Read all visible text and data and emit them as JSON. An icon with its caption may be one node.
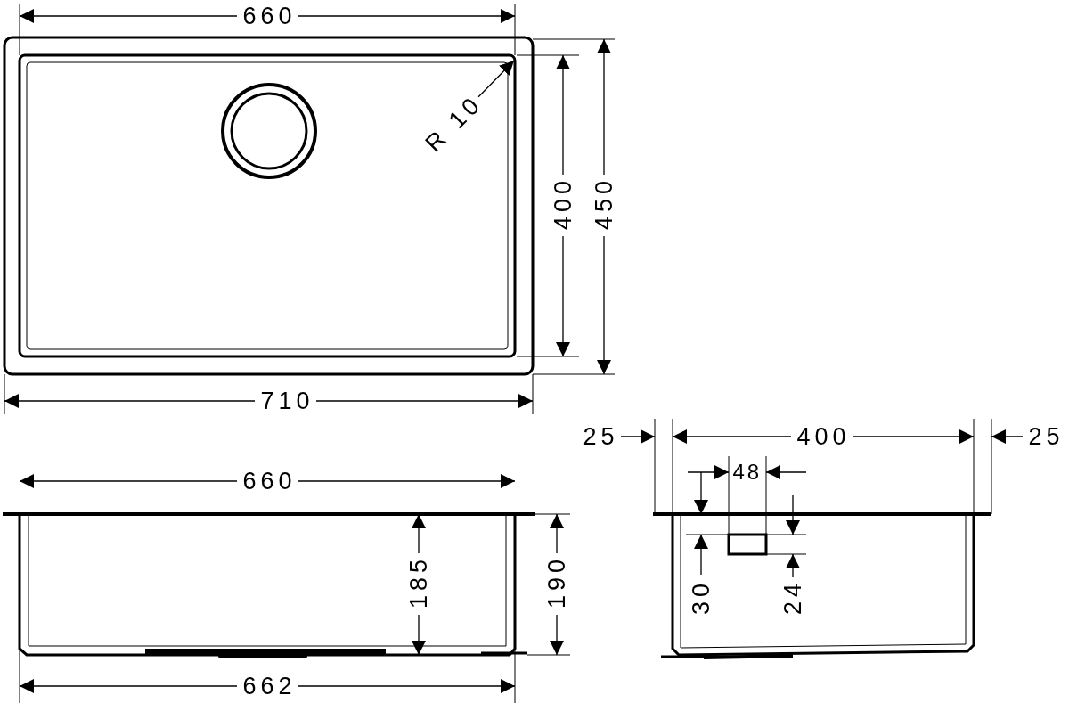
{
  "diagram": {
    "labels": [
      "660",
      "R 10",
      "400",
      "450",
      "710",
      "25",
      "400",
      "25",
      "660",
      "48",
      "185",
      "190",
      "30",
      "24",
      "662"
    ]
  }
}
